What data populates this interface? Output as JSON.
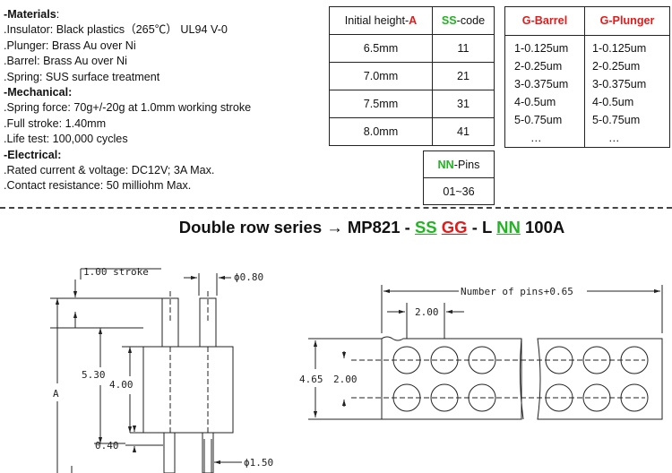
{
  "materials": {
    "heading": "-Materials",
    "heading_colon": ":",
    "insulator": ".Insulator: Black plastics（265℃） UL94 V-0",
    "plunger": ".Plunger: Brass Au over Ni",
    "barrel": ".Barrel: Brass Au over Ni",
    "spring": ".Spring: SUS surface treatment"
  },
  "mechanical": {
    "heading": "-Mechanical:",
    "spring_force": ".Spring force: 70g+/-20g at 1.0mm working stroke",
    "full_stroke": ".Full stroke: 1.40mm",
    "life_test": ".Life test: 100,000 cycles"
  },
  "electrical": {
    "heading": "-Electrical:",
    "rated": ".Rated current & voltage: DC12V; 3A Max.",
    "contact": ".Contact resistance: 50 milliohm Max."
  },
  "height_table": {
    "header_height_prefix": "Initial height-",
    "header_height_code": "A",
    "header_code_prefix": "SS",
    "header_code_suffix": "-code",
    "rows": [
      {
        "height": "6.5mm",
        "code": "11"
      },
      {
        "height": "7.0mm",
        "code": "21"
      },
      {
        "height": "7.5mm",
        "code": "31"
      },
      {
        "height": "8.0mm",
        "code": "41"
      }
    ]
  },
  "plating_table": {
    "barrel_header": "G-Barrel",
    "plunger_header": "G-Plunger",
    "barrel_items": [
      "1-0.125um",
      "2-0.25um",
      "3-0.375um",
      "4-0.5um",
      "5-0.75um",
      "…"
    ],
    "plunger_items": [
      "1-0.125um",
      "2-0.25um",
      "3-0.375um",
      "4-0.5um",
      "5-0.75um",
      "…"
    ]
  },
  "pins_table": {
    "header_prefix": "NN",
    "header_suffix": "-Pins",
    "value": "01~36"
  },
  "series_title": {
    "label": "Double row series",
    "arrow": "→",
    "model": "MP821",
    "sep1": "-",
    "ss": "SS",
    "gg": "GG",
    "sep2": "- L",
    "nn": "NN",
    "suffix": "100A"
  },
  "drawing": {
    "stroke": "1.00 stroke",
    "plunger_dia": "ϕ0.80",
    "dim_530": "5.30",
    "dim_400": "4.00",
    "dim_a": "A",
    "dim_040": "0.40",
    "tail_dia": "ϕ1.50",
    "width_formula": "Number of pins+0.65",
    "pitch": "2.00",
    "row_pitch": "2.00",
    "total_height": "4.65"
  },
  "colors": {
    "red": "#e21b1b",
    "green": "#22b422"
  }
}
